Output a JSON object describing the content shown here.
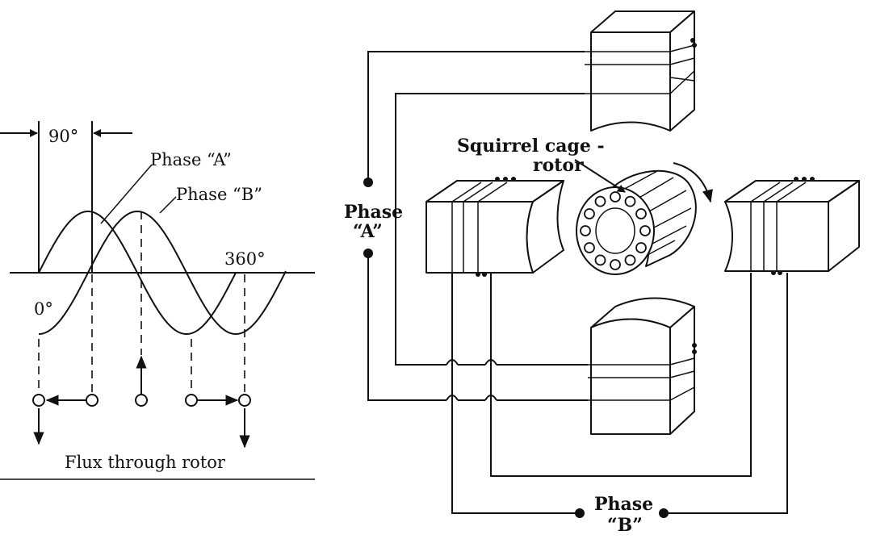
{
  "waveform": {
    "angle_90_label": "90°",
    "angle_0_label": "0°",
    "angle_360_label": "360°",
    "phase_a_label": "Phase “A”",
    "phase_b_label": "Phase “B”",
    "caption": "Flux through rotor"
  },
  "motor": {
    "rotor_label_line1": "Squirrel cage -",
    "rotor_label_line2": "rotor",
    "phase_a_line1": "Phase",
    "phase_a_line2": "“A”",
    "phase_b_line1": "Phase",
    "phase_b_line2": "“B”"
  }
}
